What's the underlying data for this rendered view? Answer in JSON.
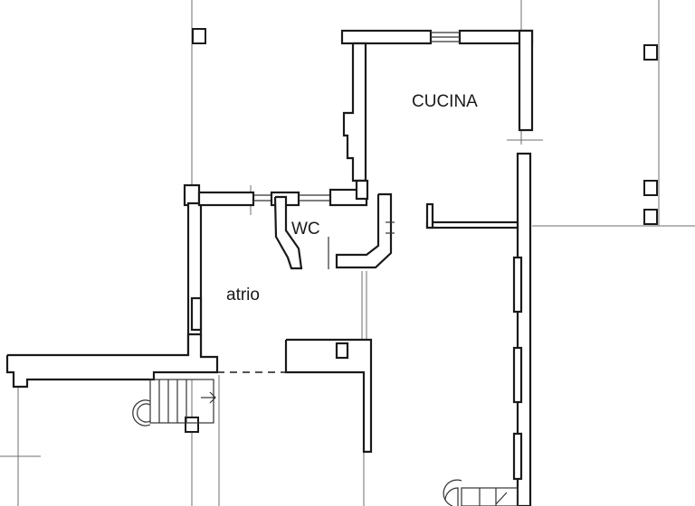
{
  "plan": {
    "rooms": [
      {
        "id": "cucina",
        "label": "CUCINA"
      },
      {
        "id": "wc",
        "label": "WC"
      },
      {
        "id": "atrio",
        "label": "atrio"
      }
    ]
  }
}
